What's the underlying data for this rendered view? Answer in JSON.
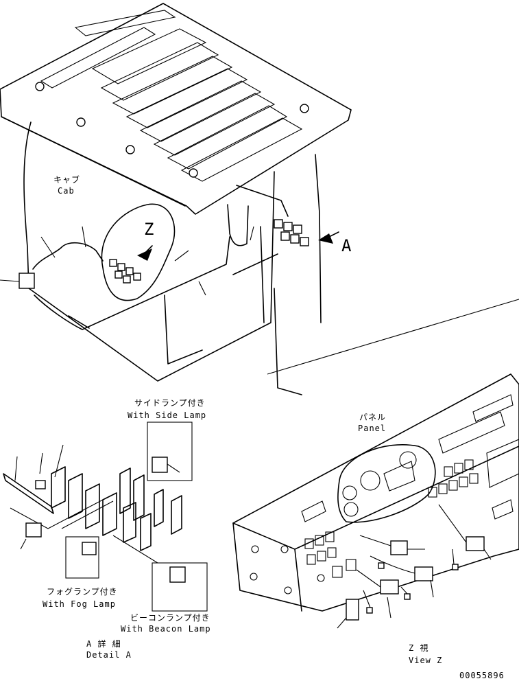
{
  "labels": {
    "cab_jp": "キャブ",
    "cab_en": "Cab",
    "z_marker": "Z",
    "a_marker": "A",
    "side_lamp_jp": "サイドランプ付き",
    "side_lamp_en": "With Side Lamp",
    "panel_jp": "パネル",
    "panel_en": "Panel",
    "fog_lamp_jp": "フォグランプ付き",
    "fog_lamp_en": "With Fog Lamp",
    "beacon_lamp_jp": "ビーコンランプ付き",
    "beacon_lamp_en": "With Beacon Lamp",
    "detail_a_jp": "A 詳 細",
    "detail_a_en": "Detail A",
    "view_z_jp": "Z 視",
    "view_z_en": "View Z",
    "drawing_number": "00055896"
  },
  "colors": {
    "line": "#000000",
    "background": "#ffffff"
  }
}
